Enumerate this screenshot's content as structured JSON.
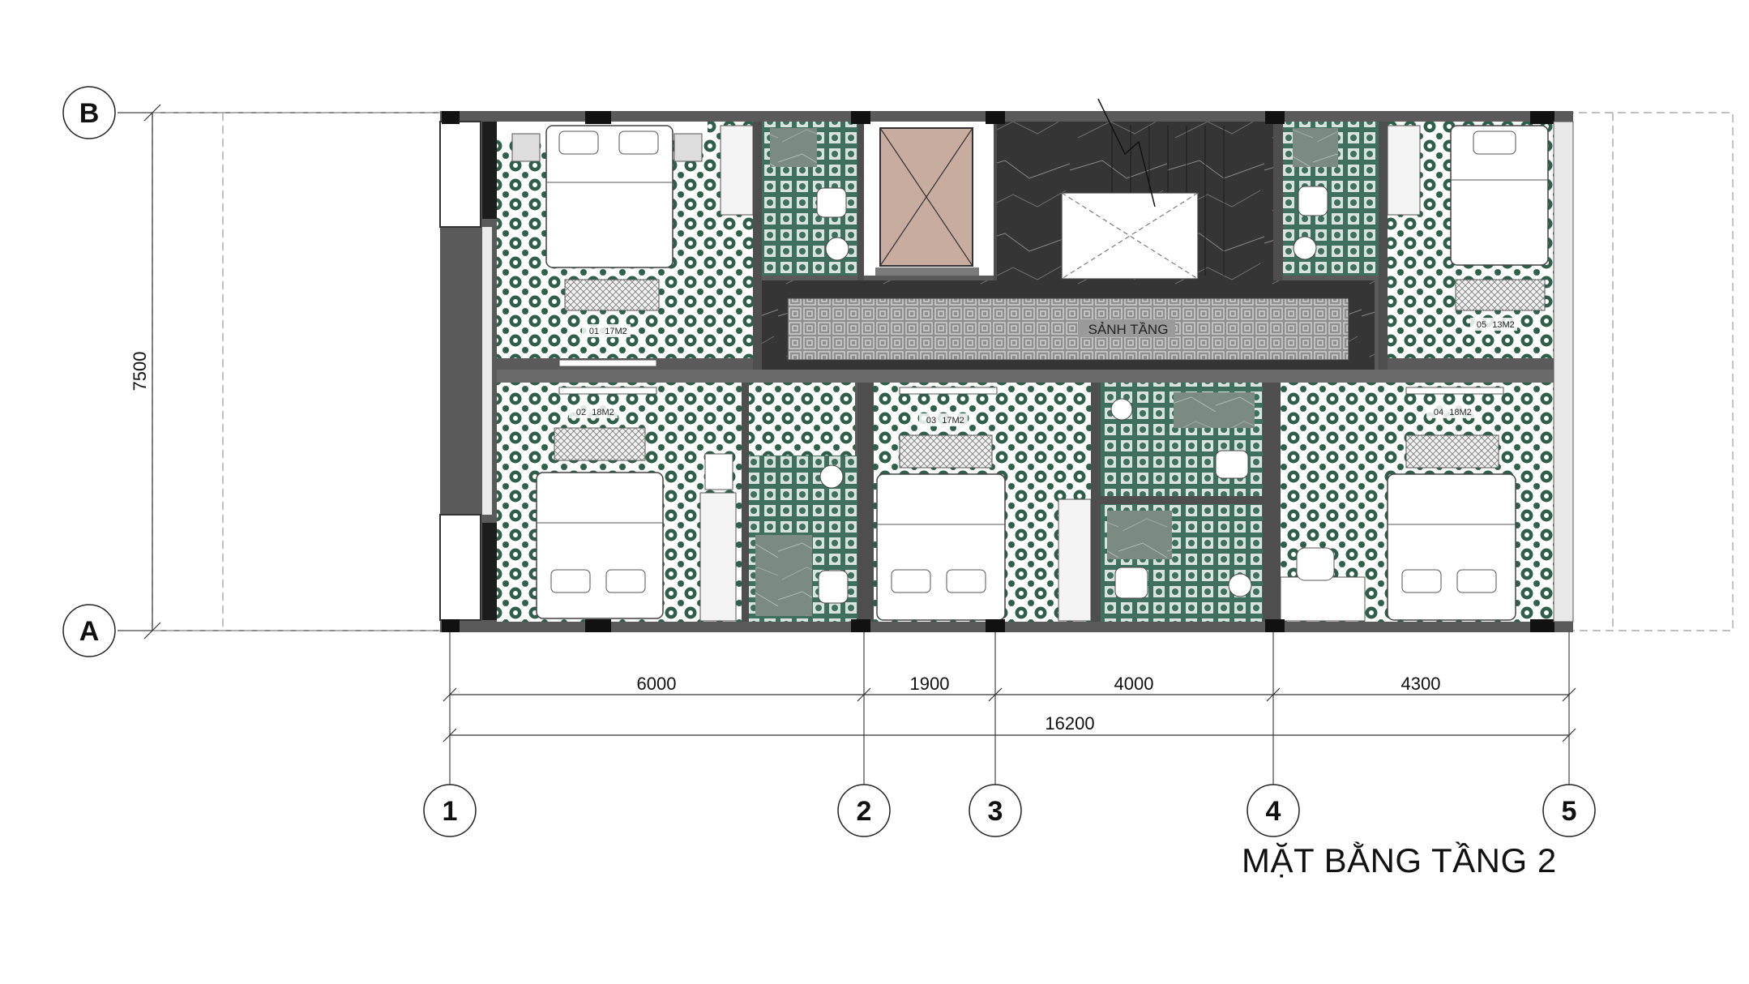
{
  "drawing_title": "MẶT BẰNG TẦNG 2",
  "grid_axes": {
    "rows": [
      "B",
      "A"
    ],
    "columns": [
      "1",
      "2",
      "3",
      "4",
      "5"
    ]
  },
  "dimensions": {
    "vertical": "7500",
    "segments": [
      "6000",
      "1900",
      "4000",
      "4300"
    ],
    "total": "16200"
  },
  "rooms": [
    {
      "code": "01",
      "area": "17M2"
    },
    {
      "code": "02",
      "area": "18M2"
    },
    {
      "code": "03",
      "area": "17M2"
    },
    {
      "code": "04",
      "area": "18M2"
    },
    {
      "code": "05",
      "area": "13M2"
    }
  ],
  "hall_label": "SẢNH TẦNG",
  "colors": {
    "wall": "#5a5a5a",
    "tile_base": "#2f5f4a",
    "marble": "#3a3a3a",
    "elevator": "#c9aca0",
    "carpet": "#9a9a9a"
  }
}
